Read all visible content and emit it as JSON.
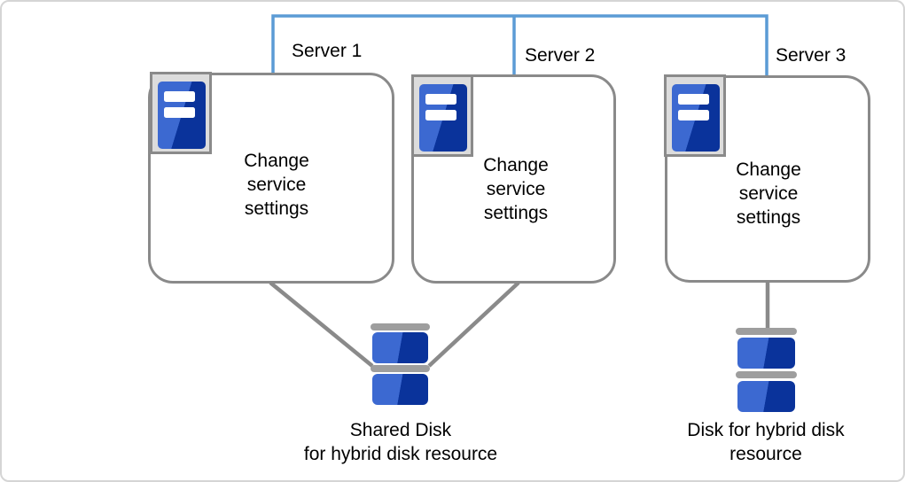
{
  "servers": [
    {
      "label": "Server 1",
      "action": "Change\nservice\nsettings"
    },
    {
      "label": "Server 2",
      "action": "Change\nservice\nsettings"
    },
    {
      "label": "Server 3",
      "action": "Change\nservice\nsettings"
    }
  ],
  "disks": {
    "shared": {
      "label": "Shared Disk\nfor hybrid disk resource"
    },
    "local": {
      "label": "Disk for hybrid disk\nresource"
    }
  },
  "icons": {
    "server": "server-tower-icon",
    "disk": "disk-stack-icon"
  },
  "colors": {
    "connector_blue": "#5b9bd5",
    "connector_gray": "#8a8a8a",
    "server_blue_light": "#3c69d1",
    "server_blue_dark": "#0a339b",
    "icon_frame_gray": "#dcdcdc",
    "disk_cap_gray": "#9e9e9e"
  }
}
